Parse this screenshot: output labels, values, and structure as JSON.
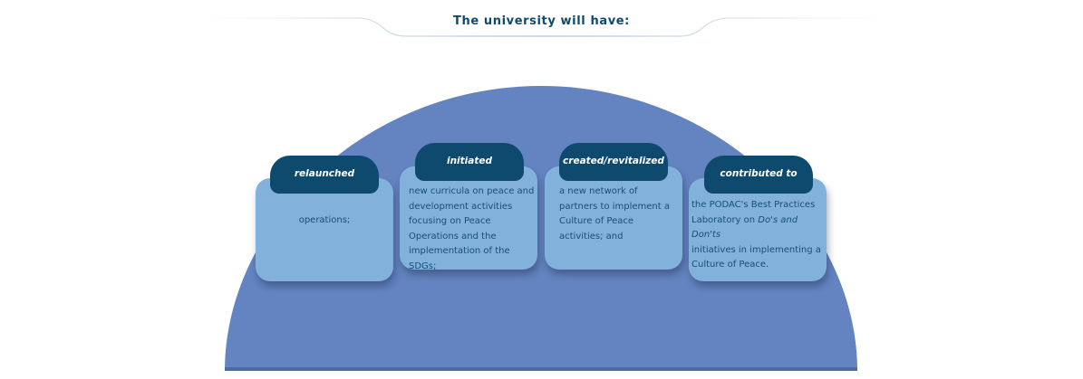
{
  "title": "The university will have:",
  "colors": {
    "dome": "#6384c1",
    "card_fill": "#82b1db",
    "tab_fill": "#0d4a6e",
    "title_text": "#0d4a6e",
    "body_text": "#174f7a",
    "divider_line": "#a7c4dc"
  },
  "cards": [
    {
      "heading": "relaunched",
      "text": "operations;"
    },
    {
      "heading": "initiated",
      "line1": "new curricula on peace and",
      "line2": "development activities",
      "line3": "focusing on Peace",
      "line4": "Operations and the",
      "line5": "implementation of the SDGs;"
    },
    {
      "heading": "created/revitalized",
      "line1": "a new network of",
      "line2": "partners to implement a",
      "line3": "Culture of Peace",
      "line4": "activities; and"
    },
    {
      "heading": "contributed to",
      "line1": "the PODAC's Best Practices",
      "line2_pre": "Laboratory on ",
      "line2_em": "Do's and Don'ts",
      "line3": "initiatives in implementing a",
      "line4": "Culture of Peace."
    }
  ]
}
